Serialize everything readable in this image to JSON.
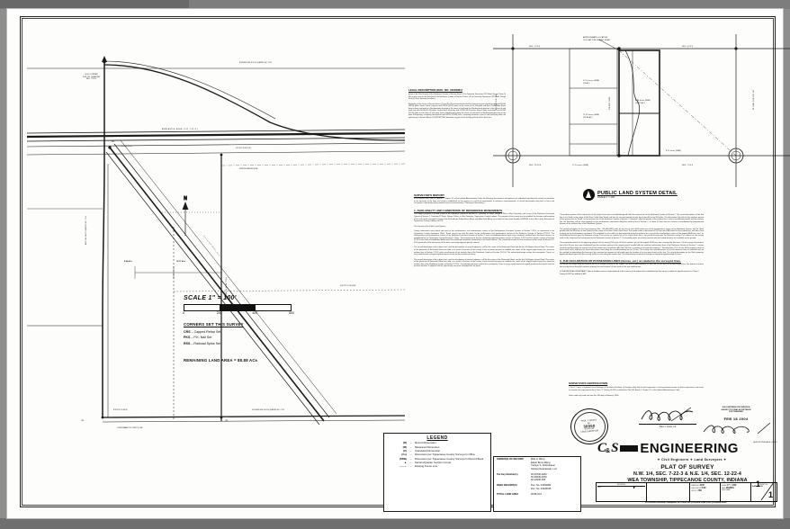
{
  "document": {
    "type": "plat-of-survey",
    "sheet_background": "#fdfdfb"
  },
  "title_block": {
    "firm_c": "C",
    "firm_amp": "&",
    "firm_s": "S",
    "firm_word": "ENGINEERING",
    "disciplines": "✦   Civil Engineers   ✦   Land Surveyors   ✦",
    "title_line1": "PLAT OF SURVEY",
    "title_line2": "N.W. 1/4, SEC. 7-22-3 & N.E. 1/4, SEC. 12-22-4",
    "title_line3": "WEA TOWNSHIP, TIPPECANOE COUNTY, INDIANA",
    "address": "178 Monon Avenue, Lafayette, IN  47904    PH:(765)429-4191   FAX:(765)429-4194",
    "fields": [
      {
        "label": "REVISIONS",
        "value": ""
      },
      {
        "label": "DATE",
        "value": ""
      },
      {
        "label": "BY",
        "value": ""
      },
      {
        "label": "DRAWN BY",
        "value": "JCK"
      },
      {
        "label": "CHECKED BY",
        "value": "PJC"
      },
      {
        "label": "JOB NO.",
        "value": "729"
      },
      {
        "label": "SCALE",
        "value": "1\" = 100'"
      },
      {
        "label": "DATE",
        "value": "2/18/04"
      },
      {
        "label": "DWG NAME",
        "value": "A-880.30'-30"
      },
      {
        "label": "SHEET NO.",
        "value": "1"
      }
    ],
    "sheet_number": "1",
    "sheet_of": "1"
  },
  "scale": {
    "caption": "SCALE 1\" = 100'",
    "ticks": [
      "0",
      "200",
      "400",
      "600"
    ]
  },
  "corners_set": {
    "heading": "CORNERS SET THIS SURVEY",
    "items": [
      {
        "sym": "CRS",
        "dash": "–",
        "text": "Capped Rebar Set"
      },
      {
        "sym": "PKS",
        "dash": "–",
        "text": "P.K. Nail Set"
      },
      {
        "sym": "RSS",
        "dash": "–",
        "text": "Railroad Spike Set"
      }
    ]
  },
  "remaining_land_area": "REMAINING LAND AREA = 88.88 AC±",
  "legend": {
    "heading": "LEGEND",
    "items": [
      {
        "sym": "(R)",
        "dash": "–",
        "text": "Record Dimension"
      },
      {
        "sym": "(M)",
        "dash": "–",
        "text": "Measured Dimension"
      },
      {
        "sym": "(C)",
        "dash": "–",
        "text": "Calculated Dimension"
      },
      {
        "sym": "(Cs)",
        "dash": "–",
        "text": "Dimension per Tippecanoe County Surveyor's Office"
      },
      {
        "sym": "(SRB)",
        "dash": "–",
        "text": "Dimension per Tippecanoe County Surveyor's Record Book"
      },
      {
        "sym": "▲",
        "dash": "–",
        "text": "Section/Quarter Section Corner"
      },
      {
        "sym": "—··—",
        "dash": "–",
        "text": "Existing Fence Line"
      }
    ]
  },
  "owner_box": {
    "rows": [
      {
        "label": "OWNER(S) OF RECORD",
        "value": "Mike A. Bleny\nEdwin Bruce Bleny\nCarolyn S. Fickenbauer\nStricker Real Estate, LLC"
      },
      {
        "label": "Tax Key Number(s)",
        "value": "66-00700-0200\n66-25000-0200\n66-12000-009"
      },
      {
        "label": "DEED RECORD(S)",
        "value": "Doc. No. 04002981\nDoc. No. 03035435"
      },
      {
        "label": "TOTAL LAND AREA",
        "value": "28.88 AC±"
      }
    ]
  },
  "pls_detail": {
    "title": "PUBLIC LAND SYSTEM DETAIL",
    "scale": "SCALE 1\" = 100'"
  },
  "legal_description": {
    "heading": "LEGAL DESCRIPTION (DOC. NO. 04002981)",
    "paragraphs": [
      "A part of the West fraction of the Northwest Quarter of Section Seven (7) in Township Twenty-two (22) North, Range Three (3) West, and a part of the East half of the Northeast Quarter of Section Twelve (12) in Township Twenty-two (22) North, Range Four (4) West, bounded as follows:",
      "Beginning at the corner of Section Seven (7) and Six (6) and running thence East along the great road forty-eight and 50/100 (48.50) poles, thence South sixty-one and 25/100 (61.25) poles to the center of the Lafayette and New Castle State Road, thence along said road in a Northwesterly direction in the center of said road to a Northeasterly direction in the center of said road sixty and 50/100 (60.50) poles, thence North thirty-four and 25/100 (34.25) poles, thence North sixty-seven and 50/100 (67.50) poles to the center of said road, thence Northeasterly along the center of said road in a Northwesterly direction to the point of beginning, containing twenty-three and 84/100 (23.84) acres, excepting therefrom a part of said land lying within the right-of-way of Section Eleven (11) EXCEPTING therefrom any part of the land lying South of the South line."
    ]
  },
  "surveyors_report": {
    "heading": "SURVEYOR'S REPORT",
    "intro": "In accordance with Title 865, Article 1 Chapter 12, of the Indiana Administrative Code, the following observations and opinions are submitted regarding the various uncertainties in the locations of the lines and corners established on this survey as a result of uncertainties in reference monumentation, in record descriptions and plats, in lines and occupation, and introduced by random errors in measurement (\"Theoretical Uncertainty\").",
    "sections": [
      {
        "heading": "1.  AVAILABILITY AND CONDITIONS OF REFERENCE MONUMENTS",
        "paragraphs": [
          "The subject property is located in part of the Northeast Quarter of Section 12, Township 22 North, Range 4 West in Wea Township, and in part of the Northwest Fractional Quarter of Section 7, Township 22 North, Range 3 West, in Wea Township, Tippecanoe County, Indiana. The purpose of this survey was to establish the location and boundary of the real estate conveyed to Caroyn Sue Fickenbauer, Edwin Bruce Bleny, and Mike Keith Bleny, as recorded in Document Number 04002981 in the Office of the Recorder for Tippecanoe County, Indiana (OFTC).",
          "The Corners of the Public Land System:",
          "County monuments were found and used at the southwestern, and northwestern corners of the Northwestern Fractional Quarter of Section 7-22-3, as referenced in the Tippecanoe County Surveyor's Office. These corners are also the same as the northeastern and southeastern corners of the Northeast Quarter of Section 12-22-4. The southwestern and northwestern corners of the Northwest Fractional Quarter of Section 7 were re-established based upon their coordinate relationship to the found corners, as established by the Tippecanoe County Surveyor's Office. The intersection of the line connecting opposite quarter corners of Section 7-22-3 and the quarter corners of Section 12-22-4 were also re-established based upon the published coordinate relationship to the found corners. The coordinate location for the monument at the center of Section 12-22-4 appeared as the intersection of the lines connecting opposite quarter corners.",
          "The record description of the subject tract, and the descriptions of several adjoiners, call for the center of the Newcastle Road and for the Old Dayton Gravel Road. The center of the pavement of Newcastle Road was held, as it exists at the time of this survey. It was assumed present to establish the center of the original right-of-way line, along the northern line of Section 7-22-3, and a small portion of the northern line of the Northeast Quarter of Section 12-22-4. The railroad grid maps confirm this assumption. There is a very small amount of original right-of-way as shown on the said plat of survey.",
          "The record description of the subject tract, and the descriptions of several adjoiners, call for the center of the Newcastle Road, and for the Old Dayton Gravel Road. The center of the pavement of Newcastle Road was held, as it exists at the time of this survey. It was assumed present to establish the center of the original right-of-way line, along the northern line of the Northeast Quarter of Section 12-22-4. The railroad grid maps confirm this assumption. There is a very small amount of original pavement that exists from the previous location. It appears that the right-of-way may have changed over the years."
        ]
      },
      {
        "heading": "2.  THEORETICAL UNCERTAINTY OF THE LINES AND CORNERS ESTABLISHED ON THIS SURVEY",
        "paragraphs": [
          "The northern portion of the eastern line of the subject tract was re-established parallel with the eastern line of the Northwest Quarter of Section 7. The record description call for this line to run South to the center of the New Castle State Road, and then for our instrumental survey, that is parallel to the 550 poles. The description that calls for the southern portion of this eastern line to \"South\" to the southern line of the Northwest Quarter of Section 7. However, if the last portion of the eastern line is also re-established parallel with the eastern line, the boundary will not close properly on the southwestern monument along the northern line of Section 7, or about 3.5 feet west of a location re-established by proportionate division of the southern line of the Northwest Quarter.",
          "The record description for the Deed property (Doc. #03-443-18FD) calls for the line to start 43.34 poles east of the southwestern corner of the Northwest Quarter, and for North parallel with the West line of said Quarter to the center of the New Castle State Road. This would create a dimension of 552 feet out of 880 poles for the eastern line, and then close properly on the southwestern monument. The resolution to this conflict as demonstrated along the northern line is to hold the southwestern corner of the original 88.88 acre tract, as re-established based upon the Simmons survey. This creates an easterly line of the subject tract that is not parallel based upon the Simmons survey. The conflicts on this survey shall not be interpreted as having merit to the Northwest Quarter of Section 7. The boundary does not exactly coincide with the limited divisions as contained on the ground.",
          "The record description for the adjoining subject calls for twenty (20) acres off of the southern part of the original 33.88 acre tract surveyed by Simmons. On this survey, the northern line of the 20 acre tract was established from the southern portion of the original parcel, parallel with the southern and western lines of the Northwest Quarter of Section 7, creates constant overlaps along the eastern line of the subject tract, of between 680 and 9.00 feet, as shown on this plat. A survey by C. Nicholas Starr, R.S., for the Slicks property, south of these small tracts, indicates the same dimensions used along the record boundary line for 18 feet. This survey also used dimension of the line between them as exhibited and not the method for determining the bearing of the common line appears to be based upon the location of an iron pipe found on this line. The record description for the Slicks property, apparently based upon the Starr survey, will be in error along the eastern line. The theoretical uncertainty for this parcel should be approximately 3.0 feet."
        ]
      },
      {
        "heading": "3.  THE OCCUPATION OR POSSESSION LINES (fences, etc.) as related to the surveyed lines.",
        "paragraphs": [
          "The fence that hangs along the eastern line of the northerly portion of the subject tract was located between 3.4 feet and 5.8 feet east of the said eastern line. The bottom of a short line security fence along the southern property line was located 3.3 feet south of the said southern line."
        ]
      },
      {
        "heading": "4.  THEORETICAL UNCERTAINTY (due to random errors in measurement) of the corners of the subject tract established on this survey is within the specifications for a Class C Survey (0.032') as defined in IAC.",
        "paragraphs": []
      }
    ]
  },
  "surveyors_certification": {
    "heading": "SURVEYOR'S CERTIFICATION",
    "body": "I, Paul J. Coots, a registered Land Surveyor of the State of Indiana, do hereby certify that this plat represents a survey performed under my direct supervision, and meets or exceeds the requirements for a Class \"C\" Survey (0.032') as defined in Title 865, Article 1 Chapter 12, of the Indiana Administrative Code.",
    "given": "Given under my hand and seal this 18th day of February, 2004.",
    "signature_name": "Paul J. Coots, LS",
    "seal": {
      "top": "PAUL J. COOTS",
      "state": "STATE OF",
      "no_label": "No.",
      "number": "30050",
      "bottom": "LAND SURVEYOR"
    }
  },
  "tax_stamp": {
    "line1": "DULY ENTERED FOR TAXATION",
    "line2": "SUBJECT TO FINAL ACCEPTANCE",
    "line3": "FOR TRANSFER",
    "date": "FEB 18 2004",
    "by": "AUDITOR TIPPECANOE COUNTY"
  },
  "map_labels": {
    "nw_corner": "N.W. CORNER\nN.W. FR. QUARTER\nSEC. 7-22-3",
    "north_line": "NORTHERN LINE, N.W. FR. QUARTER, SEC. 7-22-3",
    "newcastle_road": "NEWCASTLE ROAD (C.R. 700 S.)",
    "old_dayton": "OLD DAYTON GRAVEL ROAD",
    "bearing_1": "S 87°45'07\" E   804.57'(M)",
    "bearing_2": "S 02°42'05\" E   5.50'",
    "bearing_3": "N 88°20'52\" W  1038.10'",
    "bearing_4": "S 89°52'21\" W   768.40'(M)",
    "acreage_left": "8.86 AC±",
    "acreage_right": "18.71 AC±",
    "west_line": "WEST LINE, N.W. FR. QUARTER, SEC. 7-22-3",
    "east_line": "EAST LINE, N.E. 1/4, SEC. 12-22-4",
    "south_line": "SOUTHERN LINE, N.W. FR. QUARTER, SEC. 7-22-3",
    "cover_remark": "COVER REMARK ITS 1/2 WEST OF LINE",
    "fence_note": "EXISTING WIRE FENCE LINE",
    "crs": "CRS",
    "pks": "PKS",
    "rss": "RSS"
  },
  "pls_labels": {
    "approx_loc": "APPROXIMATE LOCATION\nOLD DAYTON GRAVEL ROAD",
    "sec_6": "SEC. 6-22-3",
    "sec_1": "SEC. 1-22-4",
    "sec_7": "SEC. 7-22-3",
    "sec_12": "SEC. 12-22-4",
    "sec_11": "SEC. 11-22-4",
    "sec_13": "SEC. 13-22-4",
    "sec_18": "SEC. 18-22-3",
    "center_sec": "CENTER\nSEC. 12-22-4",
    "acre_1": "17.14 acres (SRB)\n(20 AC)",
    "acre_2": "71.32 acres (SRB)\n(23.84 AC)",
    "acre_3": "8.86 acres (SRB)",
    "acre_4": "18.71 acres (SRB)",
    "qtr_line": "1/4 SEC. LINE"
  },
  "colors": {
    "ink": "#1b1b1b",
    "paper": "#fdfdfb",
    "scan_bg": "#8e8e8e"
  }
}
